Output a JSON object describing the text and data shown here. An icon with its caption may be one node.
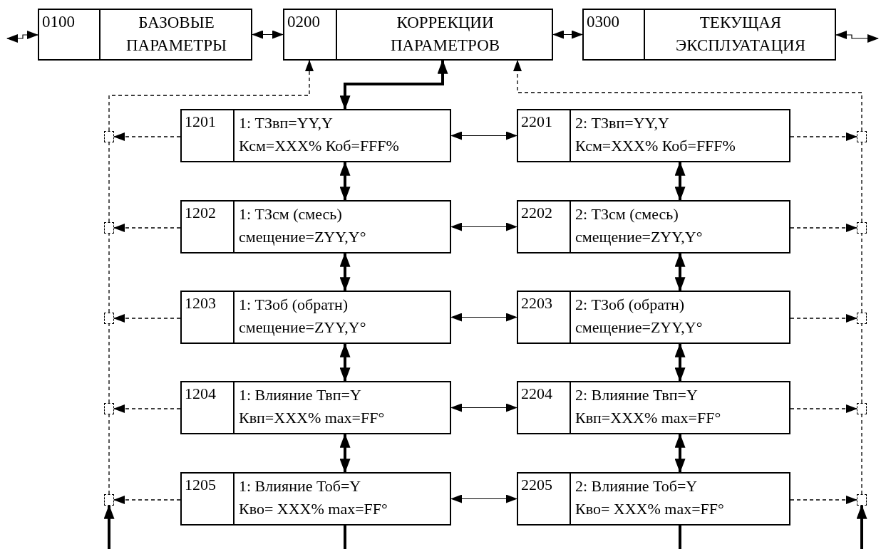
{
  "diagram": {
    "nodes": [
      {
        "text": [
          "0100",
          "БАЗОВЫЕ ПАРАМЕТРЫ"
        ]
      },
      {
        "text": [
          "0200",
          "КОРРЕКЦИИ ПАРАМЕТРОВ"
        ]
      },
      {
        "text": [
          "0300",
          "ТЕКУЩАЯ ЭКСПЛУАТАЦИЯ"
        ]
      },
      {
        "text": [],
        "shape": "box"
      },
      {
        "text": [
          "1201",
          "1: ТЗвп=YY,Y",
          "Ксм=XXX% Коб=FFF%"
        ]
      },
      {
        "text": [
          "2201",
          "2: ТЗвп=YY,Y",
          "Ксм=XXX% Коб=FFF%"
        ]
      },
      {
        "text": [],
        "shape": "box"
      },
      {
        "text": [],
        "shape": "box"
      },
      {
        "text": [
          "1202",
          "1: ТЗсм (смесь)",
          "смещение=ZYY,Y°"
        ]
      },
      {
        "text": [
          "2202",
          "2: ТЗсм (смесь)",
          "смещение=ZYY,Y°"
        ]
      },
      {
        "text": [],
        "shape": "box"
      },
      {
        "text": [],
        "shape": "box"
      },
      {
        "text": [
          "1203",
          "1: ТЗоб (обратн)",
          "смещение=ZYY,Y°"
        ]
      },
      {
        "text": [
          "2203",
          "2: ТЗоб (обратн)",
          "смещение=ZYY,Y°"
        ]
      },
      {
        "text": [],
        "shape": "box"
      },
      {
        "text": [],
        "shape": "box"
      },
      {
        "text": [
          "1204",
          "1: Влияние Твп=Y",
          "Квп=XXX% max=FF°"
        ]
      },
      {
        "text": [
          "2204",
          "2: Влияние Твп=Y",
          "Квп=XXX% max=FF°"
        ]
      },
      {
        "text": [],
        "shape": "box"
      },
      {
        "text": [],
        "shape": "box"
      },
      {
        "text": [
          "1205",
          "1: Влияние Тоб=Y",
          "Кво= XXX% max=FF°"
        ]
      },
      {
        "text": [
          "2205",
          "2: Влияние Тоб=Y",
          "Кво= XXX% max=FF°"
        ]
      },
      {
        "text": [],
        "shape": "box"
      }
    ],
    "edges": [
      {
        "from": null,
        "to": 0,
        "arrow": "both"
      },
      {
        "from": 0,
        "to": 1,
        "arrow": "both"
      },
      {
        "from": 1,
        "to": 2,
        "arrow": "both"
      },
      {
        "from": 2,
        "to": null,
        "arrow": "both"
      },
      {
        "from": 1,
        "to": 4,
        "arrow": "both",
        "style": "thick"
      },
      {
        "from": 3,
        "to": 1,
        "arrow": "to",
        "style": "dashed"
      },
      {
        "from": 6,
        "to": 1,
        "arrow": "to",
        "style": "dashed"
      },
      {
        "from": 4,
        "to": 3,
        "arrow": "to",
        "style": "dashed"
      },
      {
        "from": 4,
        "to": 5,
        "arrow": "both"
      },
      {
        "from": 5,
        "to": 6,
        "arrow": "to",
        "style": "dashed"
      },
      {
        "from": 8,
        "to": 7,
        "arrow": "to",
        "style": "dashed"
      },
      {
        "from": 8,
        "to": 9,
        "arrow": "both"
      },
      {
        "from": 9,
        "to": 10,
        "arrow": "to",
        "style": "dashed"
      },
      {
        "from": 12,
        "to": 11,
        "arrow": "to",
        "style": "dashed"
      },
      {
        "from": 12,
        "to": 13,
        "arrow": "both"
      },
      {
        "from": 13,
        "to": 14,
        "arrow": "to",
        "style": "dashed"
      },
      {
        "from": 16,
        "to": 15,
        "arrow": "to",
        "style": "dashed"
      },
      {
        "from": 16,
        "to": 17,
        "arrow": "both"
      },
      {
        "from": 17,
        "to": 18,
        "arrow": "to",
        "style": "dashed"
      },
      {
        "from": 20,
        "to": 19,
        "arrow": "to",
        "style": "dashed"
      },
      {
        "from": 20,
        "to": 21,
        "arrow": "both"
      },
      {
        "from": 21,
        "to": 22,
        "arrow": "to",
        "style": "dashed"
      },
      {
        "from": 4,
        "to": 8,
        "arrow": "both",
        "style": "thick"
      },
      {
        "from": 8,
        "to": 12,
        "arrow": "both",
        "style": "thick"
      },
      {
        "from": 12,
        "to": 16,
        "arrow": "both",
        "style": "thick"
      },
      {
        "from": 16,
        "to": 20,
        "arrow": "both",
        "style": "thick"
      },
      {
        "from": 5,
        "to": 9,
        "arrow": "both",
        "style": "thick"
      },
      {
        "from": 9,
        "to": 13,
        "arrow": "both",
        "style": "thick"
      },
      {
        "from": 13,
        "to": 17,
        "arrow": "both",
        "style": "thick"
      },
      {
        "from": 17,
        "to": 21,
        "arrow": "both",
        "style": "thick"
      },
      {
        "from": 7,
        "to": 3,
        "arrow": "none",
        "style": "dashed"
      },
      {
        "from": 11,
        "to": 7,
        "arrow": "none",
        "style": "dashed"
      },
      {
        "from": 15,
        "to": 11,
        "arrow": "none",
        "style": "dashed"
      },
      {
        "from": 19,
        "to": 15,
        "arrow": "none",
        "style": "dashed"
      },
      {
        "from": 10,
        "to": 6,
        "arrow": "none",
        "style": "dashed"
      },
      {
        "from": 14,
        "to": 10,
        "arrow": "none",
        "style": "dashed"
      },
      {
        "from": 18,
        "to": 14,
        "arrow": "none",
        "style": "dashed"
      },
      {
        "from": 22,
        "to": 18,
        "arrow": "none",
        "style": "dashed"
      },
      {
        "from": null,
        "to": 19,
        "arrow": "to",
        "style": "thick"
      },
      {
        "from": null,
        "to": 22,
        "arrow": "to",
        "style": "thick"
      },
      {
        "from": 20,
        "to": null,
        "arrow": "none",
        "style": "thick"
      },
      {
        "from": 21,
        "to": null,
        "arrow": "none",
        "style": "thick"
      }
    ]
  }
}
